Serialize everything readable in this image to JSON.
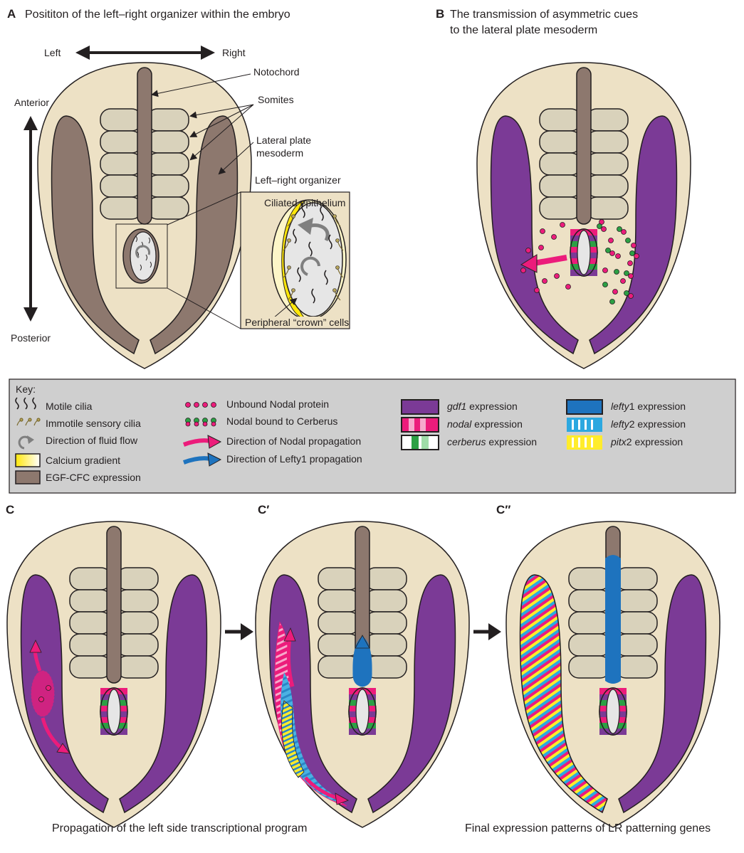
{
  "panelA": {
    "letter": "A",
    "title": "Posititon of the left–right organizer within the embryo",
    "left": "Left",
    "right": "Right",
    "anterior": "Anterior",
    "posterior": "Posterior",
    "notochord": "Notochord",
    "somites": "Somites",
    "lpm_line1": "Lateral plate",
    "lpm_line2": "mesoderm",
    "lro": "Left–right organizer",
    "ciliated": "Ciliated epithelium",
    "crown": "Peripheral “crown” cells"
  },
  "panelB": {
    "letter": "B",
    "title_line1": "The transmission of asymmetric cues",
    "title_line2": "to the lateral plate mesoderm"
  },
  "key": {
    "title": "Key:",
    "motile": "Motile cilia",
    "immotile": "Immotile sensory cilia",
    "flow": "Direction of fluid flow",
    "calcium": "Calcium gradient",
    "egfcfc": "EGF-CFC expression",
    "unbound": "Unbound Nodal protein",
    "bound": "Nodal bound to Cerberus",
    "nodal_dir": "Direction of Nodal propagation",
    "lefty_dir": "Direction of Lefty1 propagation",
    "gdf1_i": "gdf1",
    "gdf1_r": " expression",
    "nodal_i": "nodal",
    "nodal_r": " expression",
    "cer_i": "cerberus",
    "cer_r": " expression",
    "lefty1_i": "lefty",
    "lefty1_r": "1 expression",
    "lefty2_i": "lefty",
    "lefty2_r": "2 expression",
    "pitx2_i": "pitx",
    "pitx2_r": "2 expression"
  },
  "panelC": {
    "letter1": "C",
    "letter2": "C′",
    "letter3": "C″",
    "caption1": "Propagation of the left side transcriptional program",
    "caption2": "Final expression patterns of LR patterning genes"
  },
  "colors": {
    "embryo": "#ede1c5",
    "somite": "#d9d2bb",
    "tissue": "#8d786e",
    "gdf1": "#7b3a96",
    "nodal": "#ec1c7b",
    "cerberus": "#2ca044",
    "lefty1": "#1e73be",
    "lefty2": "#4ab1e3",
    "pitx2": "#ffec2c",
    "key_bg": "#cfcfcf"
  }
}
